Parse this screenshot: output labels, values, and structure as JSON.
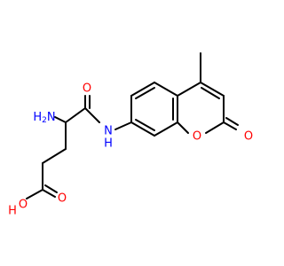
{
  "molecule": {
    "colors": {
      "carbon": "#000000",
      "oxygen": "#ff0000",
      "nitrogen": "#0000ff",
      "background": "#ffffff"
    },
    "labels": {
      "amine": "H2N",
      "amine_h": "H",
      "amine_2": "2",
      "amine_n": "N",
      "amide_nh_n": "N",
      "amide_nh_h": "H",
      "amide_o": "O",
      "acid_oh_o": "O",
      "acid_oh_h": "H",
      "acid_o": "O",
      "ring_o": "O",
      "lactone_o": "O"
    }
  }
}
